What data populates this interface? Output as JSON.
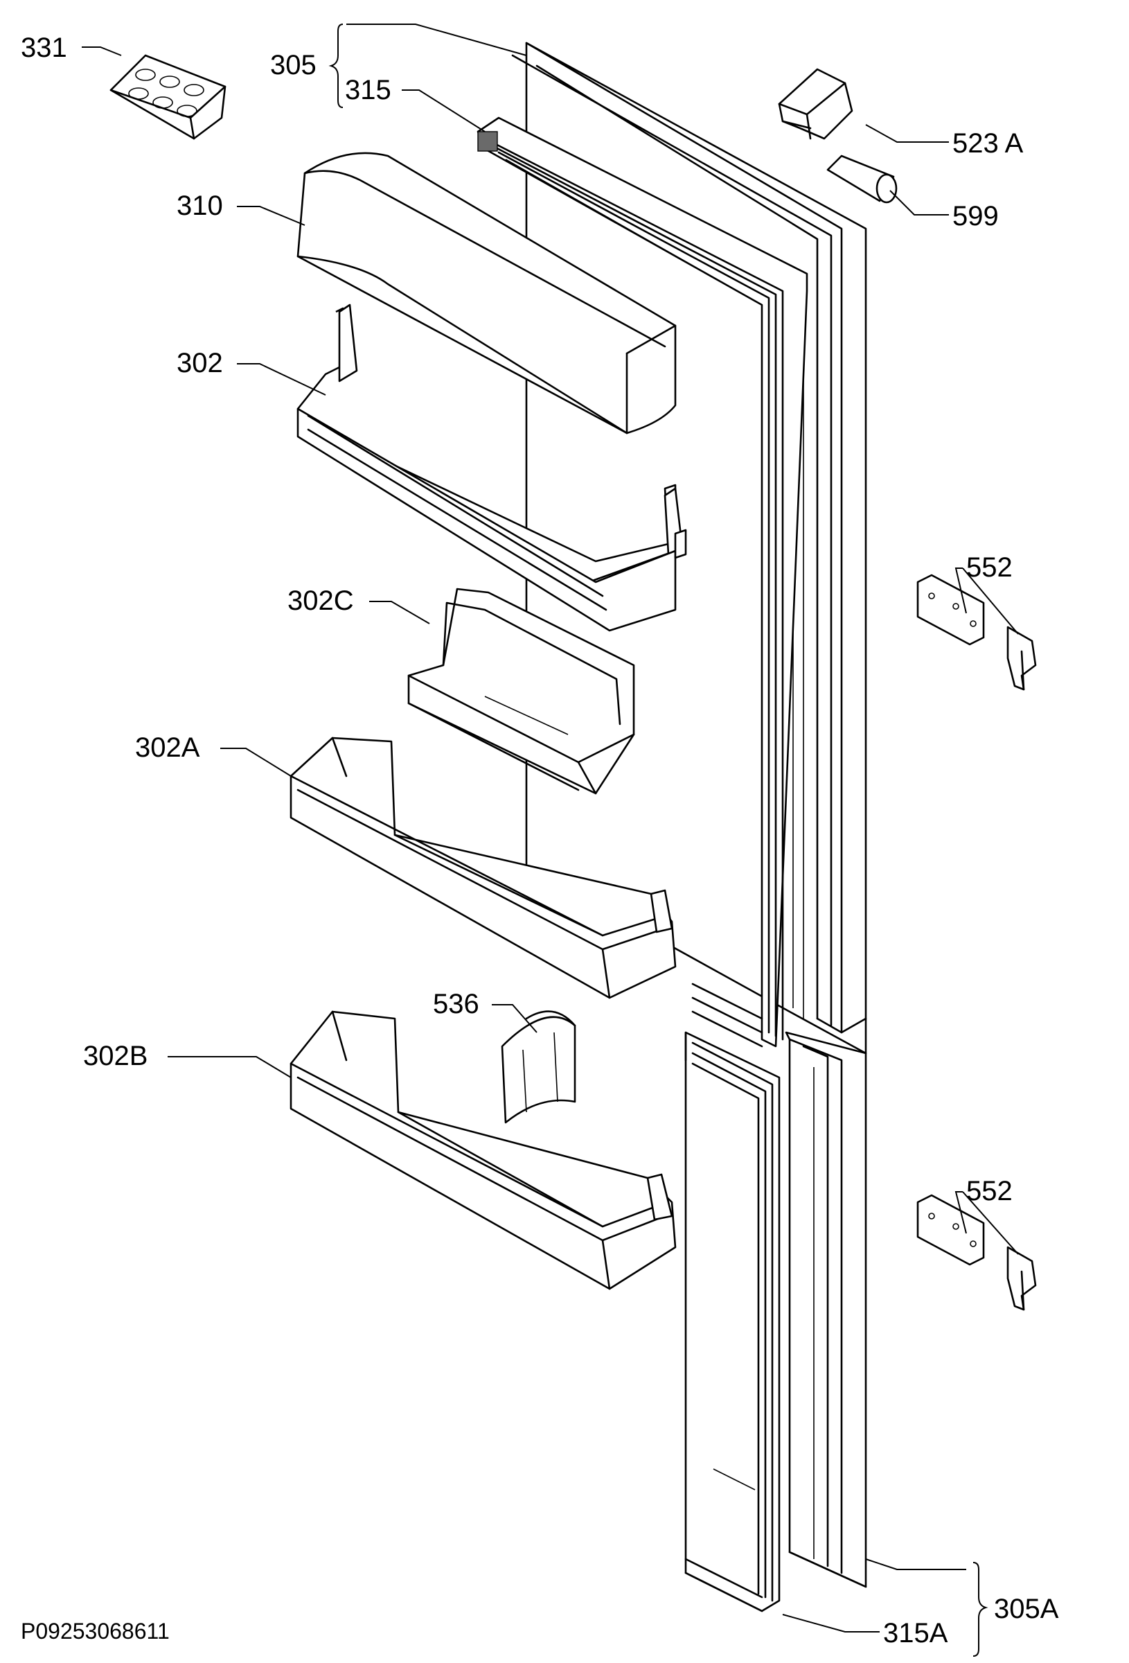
{
  "drawing_ref": "P09253068611",
  "labels": {
    "l331": "331",
    "l305": "305",
    "l315": "315",
    "l310": "310",
    "l302": "302",
    "l302c": "302C",
    "l302a": "302A",
    "l302b": "302B",
    "l536": "536",
    "l523a": "523 A",
    "l599": "599",
    "l552_top": "552",
    "l552_bottom": "552",
    "l305a": "305A",
    "l315a": "315A"
  }
}
